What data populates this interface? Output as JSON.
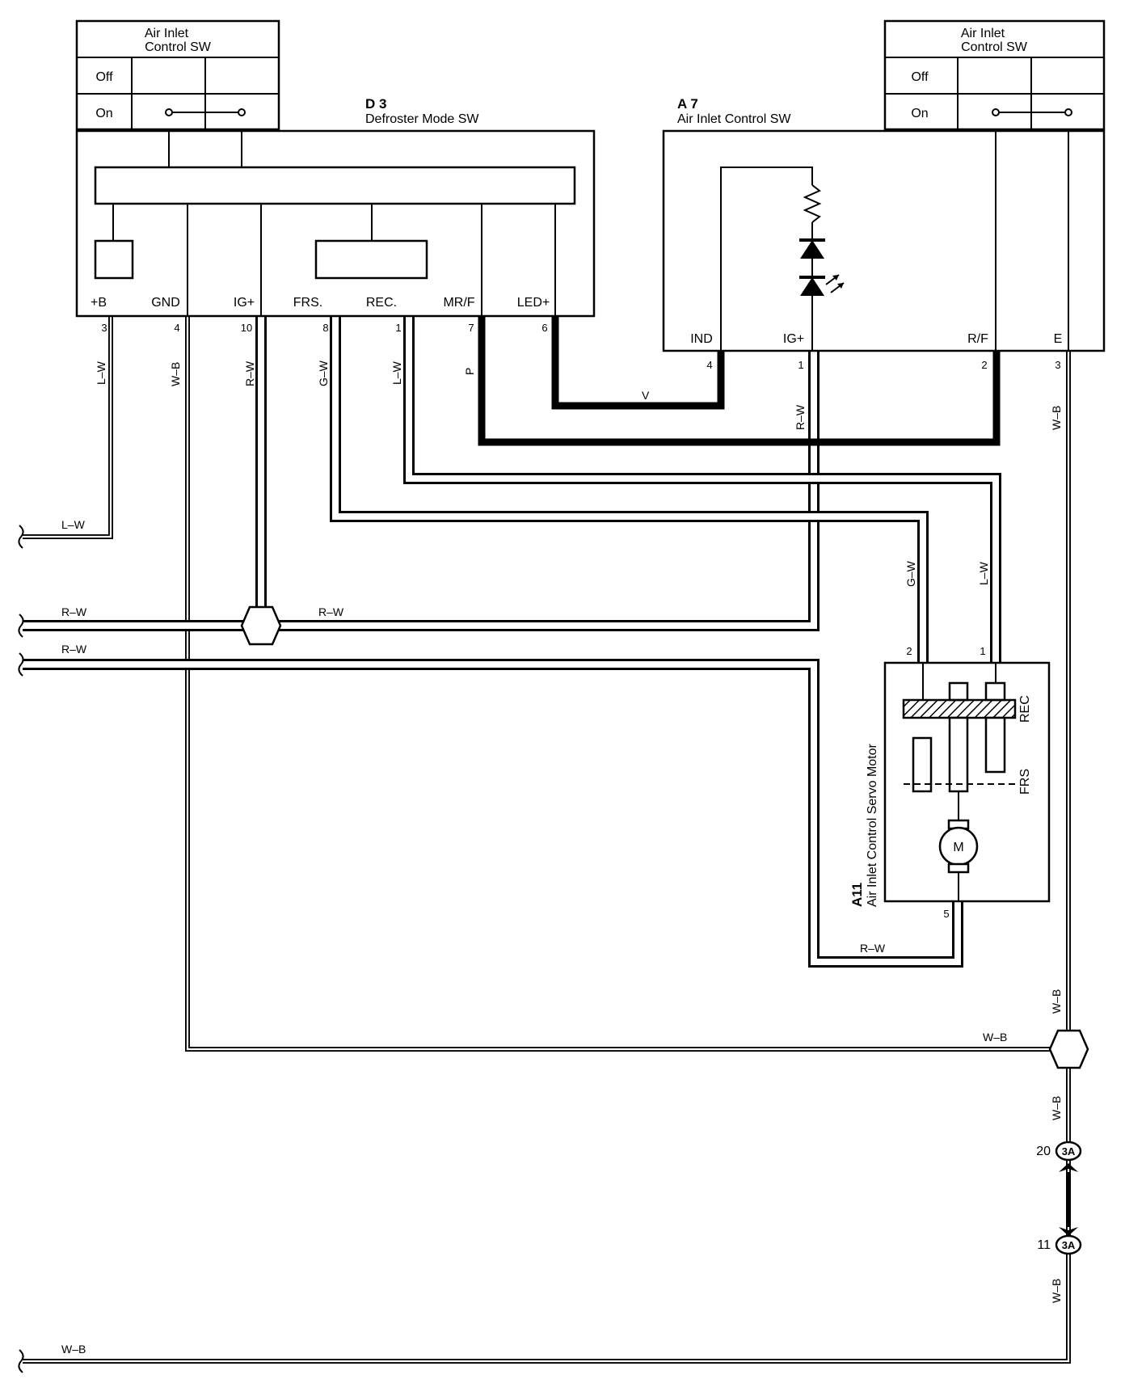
{
  "switch_table_left": {
    "title_line1": "Air Inlet",
    "title_line2": "Control SW",
    "row_off": "Off",
    "row_on": "On"
  },
  "switch_table_right": {
    "title_line1": "Air Inlet",
    "title_line2": "Control SW",
    "row_off": "Off",
    "row_on": "On"
  },
  "d3": {
    "code": "D 3",
    "name": "Defroster Mode SW",
    "terminals": [
      "+B",
      "GND",
      "IG+",
      "FRS.",
      "REC.",
      "MR/F",
      "LED+"
    ],
    "pins": [
      "3",
      "4",
      "10",
      "8",
      "1",
      "7",
      "6"
    ]
  },
  "a7": {
    "code": "A 7",
    "name": "Air Inlet Control SW",
    "terminals": [
      "IND",
      "IG+",
      "R/F",
      "E"
    ],
    "pins": [
      "4",
      "1",
      "2",
      "3"
    ]
  },
  "a11": {
    "code": "A11",
    "name": "Air Inlet Control Servo Motor",
    "rec": "REC",
    "frs": "FRS",
    "motor": "M",
    "pins": [
      "2",
      "1",
      "5"
    ]
  },
  "wires": {
    "lw": "L–W",
    "wb": "W–B",
    "rw": "R–W",
    "gw": "G–W",
    "p": "P",
    "v": "V"
  },
  "connectors": {
    "upper_pin": "20",
    "lower_pin": "11",
    "code": "3A"
  }
}
